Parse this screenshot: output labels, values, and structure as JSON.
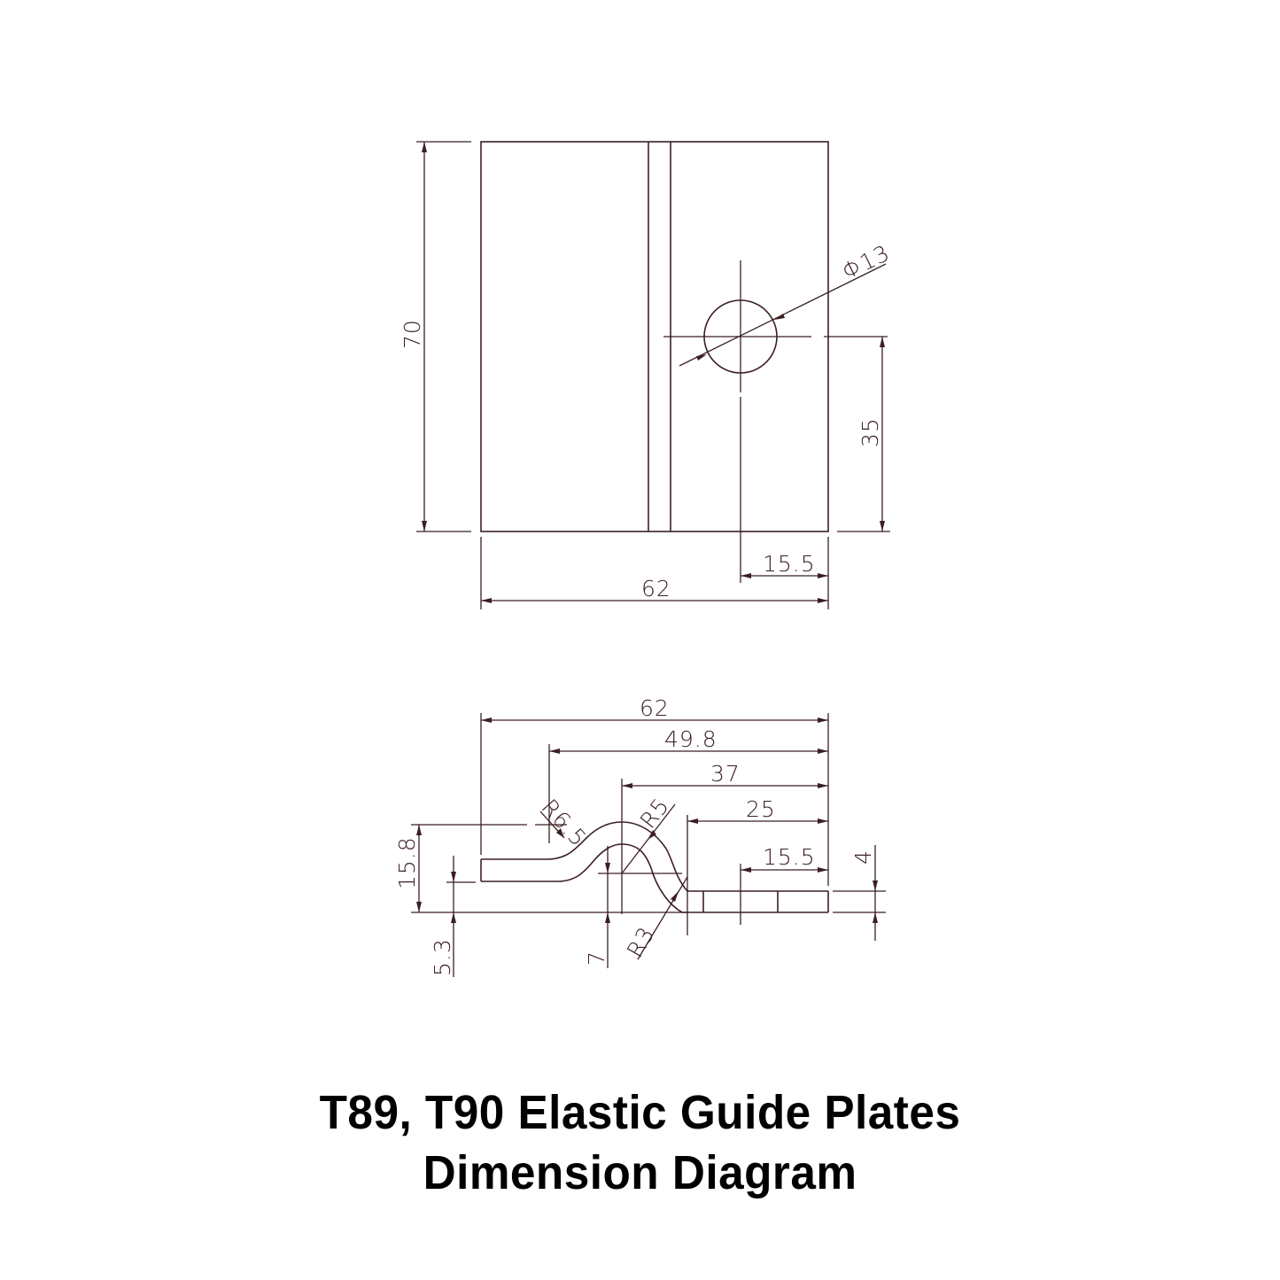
{
  "title": {
    "line1": "T89, T90 Elastic Guide Plates",
    "line2": "Dimension Diagram"
  },
  "colors": {
    "line": "#3b1f22",
    "title": "#000000",
    "background": "#ffffff"
  },
  "top_view": {
    "dimensions": {
      "height": "70",
      "width": "62",
      "hole_diameter": "Φ13",
      "hole_center_from_bottom": "35",
      "hole_center_from_right": "15.5"
    }
  },
  "side_view": {
    "dimensions": {
      "overall_length": "62",
      "length_2": "49.8",
      "length_3": "37",
      "length_4": "25",
      "length_5": "15.5",
      "overall_height": "15.8",
      "left_flat_height": "5.3",
      "bend_center_height": "7",
      "thickness": "4",
      "radius_1": "R6.5",
      "radius_2": "R5",
      "radius_3": "R3"
    }
  }
}
